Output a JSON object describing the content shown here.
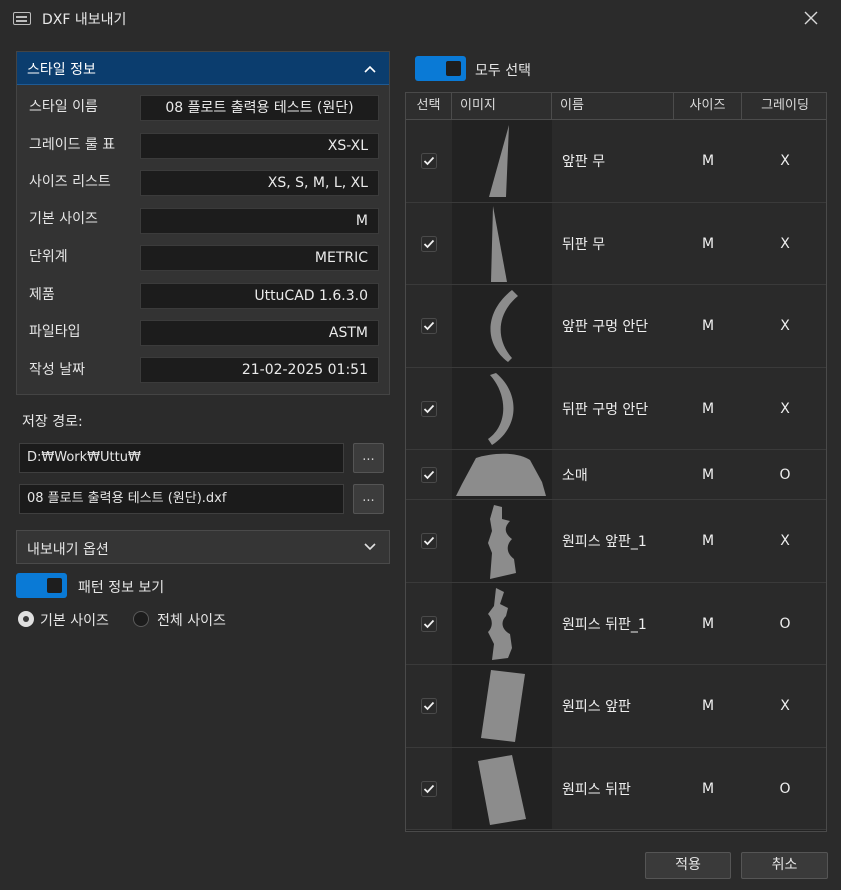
{
  "window": {
    "title": "DXF 내보내기"
  },
  "style_info": {
    "header": "스타일 정보",
    "rows": [
      {
        "label": "스타일 이름",
        "value": "08 플로트 출력용 테스트 (원단)"
      },
      {
        "label": "그레이드 룰 표",
        "value": "XS-XL"
      },
      {
        "label": "사이즈 리스트",
        "value": "XS, S, M, L, XL"
      },
      {
        "label": "기본 사이즈",
        "value": "M"
      },
      {
        "label": "단위계",
        "value": "METRIC"
      },
      {
        "label": "제품",
        "value": "UttuCAD 1.6.3.0"
      },
      {
        "label": "파일타입",
        "value": "ASTM"
      },
      {
        "label": "작성 날짜",
        "value": "21-02-2025 01:51"
      }
    ]
  },
  "save": {
    "label": "저장 경로:",
    "folder": "D:₩Work₩Uttu₩",
    "filename": "08 플로트 출력용 테스트 (원단).dxf",
    "browse_label": "..."
  },
  "export_options": {
    "label": "내보내기 옵션",
    "pattern_toggle_label": "패턴 정보 보기",
    "pattern_toggle_on": true,
    "radio_base": "기본 사이즈",
    "radio_all": "전체 사이즈",
    "selected": "base"
  },
  "select_all": {
    "label": "모두 선택",
    "on": true
  },
  "table": {
    "columns": [
      "선택",
      "이미지",
      "이름",
      "사이즈",
      "그레이딩"
    ],
    "rows": [
      {
        "checked": true,
        "name": "앞판 무",
        "size": "M",
        "grading": "X",
        "shape": "front-gore"
      },
      {
        "checked": true,
        "name": "뒤판 무",
        "size": "M",
        "grading": "X",
        "shape": "back-gore"
      },
      {
        "checked": true,
        "name": "앞판 구멍 안단",
        "size": "M",
        "grading": "X",
        "shape": "front-armhole-facing"
      },
      {
        "checked": true,
        "name": "뒤판 구멍 안단",
        "size": "M",
        "grading": "X",
        "shape": "back-armhole-facing"
      },
      {
        "checked": true,
        "name": "소매",
        "size": "M",
        "grading": "O",
        "shape": "sleeve"
      },
      {
        "checked": true,
        "name": "원피스 앞판_1",
        "size": "M",
        "grading": "X",
        "shape": "dress-front-1"
      },
      {
        "checked": true,
        "name": "원피스 뒤판_1",
        "size": "M",
        "grading": "O",
        "shape": "dress-back-1"
      },
      {
        "checked": true,
        "name": "원피스 앞판",
        "size": "M",
        "grading": "X",
        "shape": "dress-front"
      },
      {
        "checked": true,
        "name": "원피스 뒤판",
        "size": "M",
        "grading": "O",
        "shape": "dress-back"
      }
    ]
  },
  "buttons": {
    "apply": "적용",
    "cancel": "취소"
  },
  "colors": {
    "accent": "#0a7ad6",
    "header_bg": "#0b3d6e",
    "piece": "#8c8c8c"
  }
}
